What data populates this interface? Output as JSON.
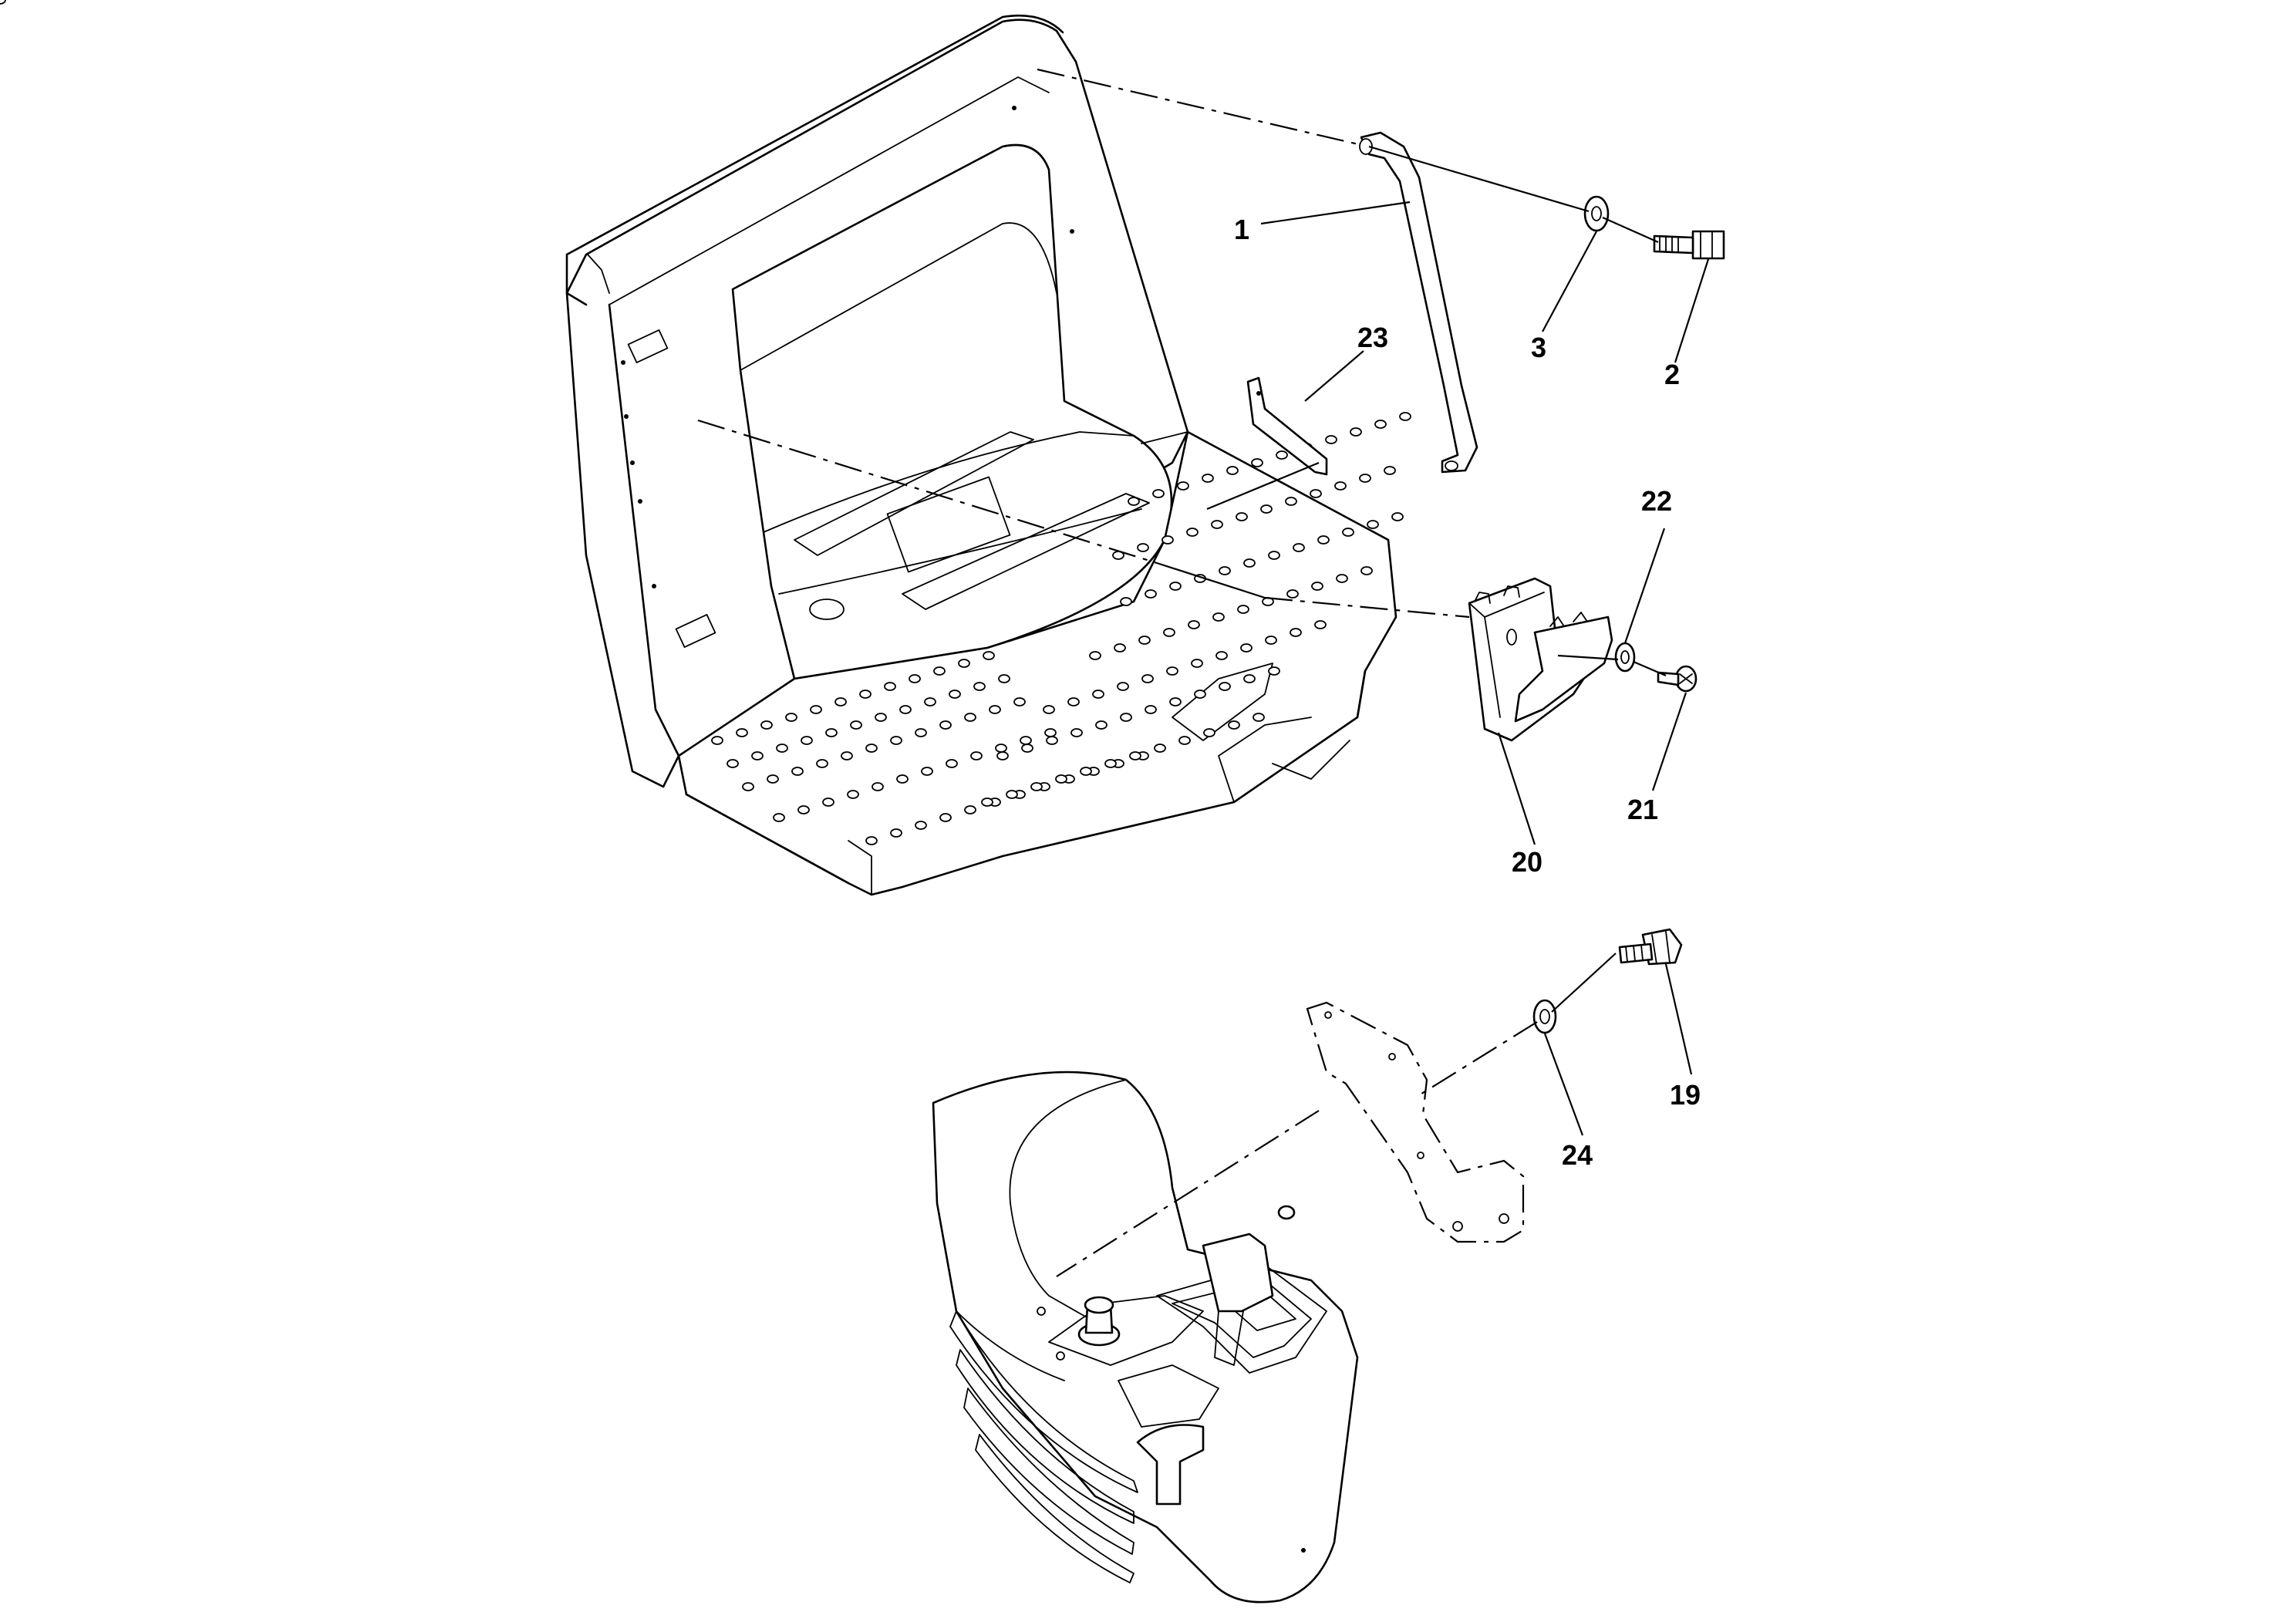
{
  "diagram": {
    "callouts": {
      "c1": "1",
      "c2": "2",
      "c3": "3",
      "c19": "19",
      "c20": "20",
      "c21": "21",
      "c22": "22",
      "c23": "23",
      "c24": "24"
    }
  }
}
